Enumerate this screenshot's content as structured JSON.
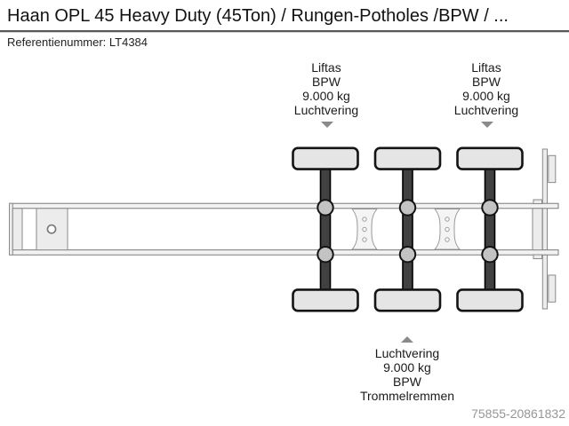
{
  "header": {
    "title": "Haan OPL 45 Heavy Duty (45Ton) / Rungen-Potholes /BPW / ...",
    "reference": "Referentienummer: LT4384"
  },
  "diagram": {
    "type": "trailer-chassis-top-view-schematic",
    "axle_count": 3,
    "annotations": {
      "lift_axle_front": {
        "lines": [
          "Liftas",
          "BPW",
          "9.000 kg",
          "Luchtvering"
        ],
        "arrow": "down"
      },
      "lift_axle_rear": {
        "lines": [
          "Liftas",
          "BPW",
          "9.000 kg",
          "Luchtvering"
        ],
        "arrow": "down"
      },
      "center_axle": {
        "lines": [
          "Luchtvering",
          "9.000 kg",
          "BPW",
          "Trommelremmen"
        ],
        "arrow": "up"
      }
    }
  },
  "footer": {
    "listing_id": "75855-20861832"
  },
  "icons": {
    "arrow_down": "triangle-down",
    "arrow_up": "triangle-up"
  },
  "colors": {
    "background": "#ffffff",
    "title_text": "#121212",
    "divider": "#58585a",
    "annotation_text": "#1a1a1a",
    "arrow": "#8a8a8a",
    "listing_id_text": "#969696",
    "axle_bar": "#414141",
    "tire_fill": "#e5e5e5",
    "rail_fill": "#f2f2f2",
    "outline_dark": "#141414"
  }
}
